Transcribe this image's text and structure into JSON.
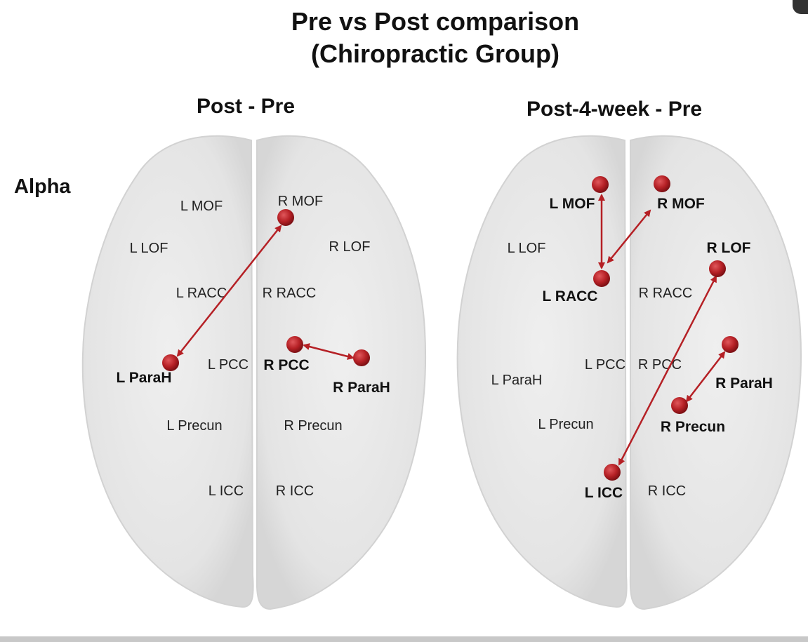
{
  "title_line1": "Pre vs Post comparison",
  "title_line2": "(Chiropractic Group)",
  "band_label": "Alpha",
  "colors": {
    "node": "#b52025",
    "arrow": "#b52025",
    "brain": "#e9e9e9"
  },
  "panels": [
    {
      "title": "Post - Pre",
      "labels": [
        {
          "text": "L MOF",
          "highlighted": false
        },
        {
          "text": "R MOF",
          "highlighted": false
        },
        {
          "text": "L LOF",
          "highlighted": false
        },
        {
          "text": "R LOF",
          "highlighted": false
        },
        {
          "text": "L RACC",
          "highlighted": false
        },
        {
          "text": "R RACC",
          "highlighted": false
        },
        {
          "text": "L ParaH",
          "highlighted": true
        },
        {
          "text": "L PCC",
          "highlighted": false
        },
        {
          "text": "R PCC",
          "highlighted": true
        },
        {
          "text": "R ParaH",
          "highlighted": true
        },
        {
          "text": "L Precun",
          "highlighted": false
        },
        {
          "text": "R Precun",
          "highlighted": false
        },
        {
          "text": "L ICC",
          "highlighted": false
        },
        {
          "text": "R ICC",
          "highlighted": false
        }
      ],
      "connections": [
        [
          "R MOF",
          "L ParaH"
        ],
        [
          "R PCC",
          "R ParaH"
        ]
      ]
    },
    {
      "title": "Post-4-week - Pre",
      "labels": [
        {
          "text": "L MOF",
          "highlighted": true
        },
        {
          "text": "R MOF",
          "highlighted": true
        },
        {
          "text": "L LOF",
          "highlighted": false
        },
        {
          "text": "R LOF",
          "highlighted": true
        },
        {
          "text": "L RACC",
          "highlighted": true
        },
        {
          "text": "R RACC",
          "highlighted": false
        },
        {
          "text": "L ParaH",
          "highlighted": false
        },
        {
          "text": "L PCC",
          "highlighted": false
        },
        {
          "text": "R PCC",
          "highlighted": false
        },
        {
          "text": "R ParaH",
          "highlighted": true
        },
        {
          "text": "L Precun",
          "highlighted": false
        },
        {
          "text": "R Precun",
          "highlighted": true
        },
        {
          "text": "L ICC",
          "highlighted": true
        },
        {
          "text": "R ICC",
          "highlighted": false
        }
      ],
      "connections": [
        [
          "L MOF",
          "L RACC"
        ],
        [
          "R MOF",
          "L RACC"
        ],
        [
          "R LOF",
          "L ICC"
        ],
        [
          "R ParaH",
          "R Precun"
        ]
      ]
    }
  ]
}
